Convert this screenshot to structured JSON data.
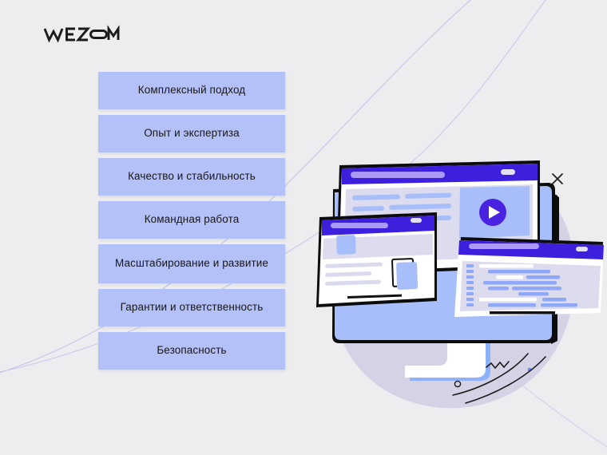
{
  "brand": {
    "logo_text": "WEZOM",
    "logo_name": "wezom-logo"
  },
  "colors": {
    "background": "#ededef",
    "feature_button": "#b4c0f8",
    "text": "#181818",
    "accent_purple": "#3d20dd",
    "accent_blue": "#9fb6fb",
    "blob_lavender": "#d5d2e5",
    "light_blue_block": "#a8befb",
    "pale_block": "#dcdcee",
    "white": "#ffffff",
    "outline_dark": "#111111"
  },
  "features": {
    "items": [
      {
        "label": "Комплексный подход",
        "lines": 1
      },
      {
        "label": "Опыт и экспертиза",
        "lines": 1
      },
      {
        "label": "Качество и стабильность",
        "lines": 1
      },
      {
        "label": "Командная работа",
        "lines": 1
      },
      {
        "label": "Масштабирование и развитие",
        "lines": 2
      },
      {
        "label": "Гарантии и ответственность",
        "lines": 1
      },
      {
        "label": "Безопасность",
        "lines": 1
      }
    ]
  },
  "illustration": {
    "name": "devices-illustration",
    "elements": [
      "lavender-blob",
      "desktop-monitor",
      "monitor-stand",
      "browser-window-top",
      "browser-window-middle",
      "code-editor-window",
      "tablet-device",
      "play-button",
      "decorative-arcs",
      "sparkle-icon",
      "small-circles"
    ]
  }
}
